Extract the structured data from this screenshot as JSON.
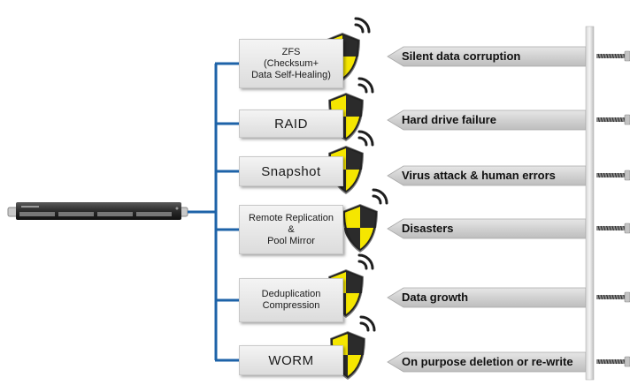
{
  "diagram": {
    "features": [
      {
        "id": "zfs",
        "label": "ZFS\n(Checksum+\nData Self-Healing)"
      },
      {
        "id": "raid",
        "label": "RAID"
      },
      {
        "id": "snapshot",
        "label": "Snapshot"
      },
      {
        "id": "replication",
        "label": "Remote Replication\n&\nPool Mirror"
      },
      {
        "id": "dedup",
        "label": "Deduplication\nCompression"
      },
      {
        "id": "worm",
        "label": "WORM"
      }
    ],
    "threats": [
      {
        "id": "corruption",
        "label": "Silent data corruption"
      },
      {
        "id": "drive-failure",
        "label": "Hard drive failure"
      },
      {
        "id": "virus",
        "label": "Virus attack & human errors"
      },
      {
        "id": "disasters",
        "label": "Disasters"
      },
      {
        "id": "growth",
        "label": "Data growth"
      },
      {
        "id": "deletion",
        "label": "On purpose deletion or re-write"
      }
    ],
    "colors": {
      "connector": "#1e63a8",
      "shield_yellow": "#f5e600",
      "shield_dark": "#2b2b2b",
      "arrow_gray": "#cfcfcf",
      "wall_gray": "#b8b8b8"
    },
    "icons": {
      "device": "nas-server-icon",
      "shield": "shield-icon",
      "wifi": "signal-waves-icon",
      "arrow": "arrow-left-icon",
      "bolt": "screw-bolt-icon"
    }
  }
}
